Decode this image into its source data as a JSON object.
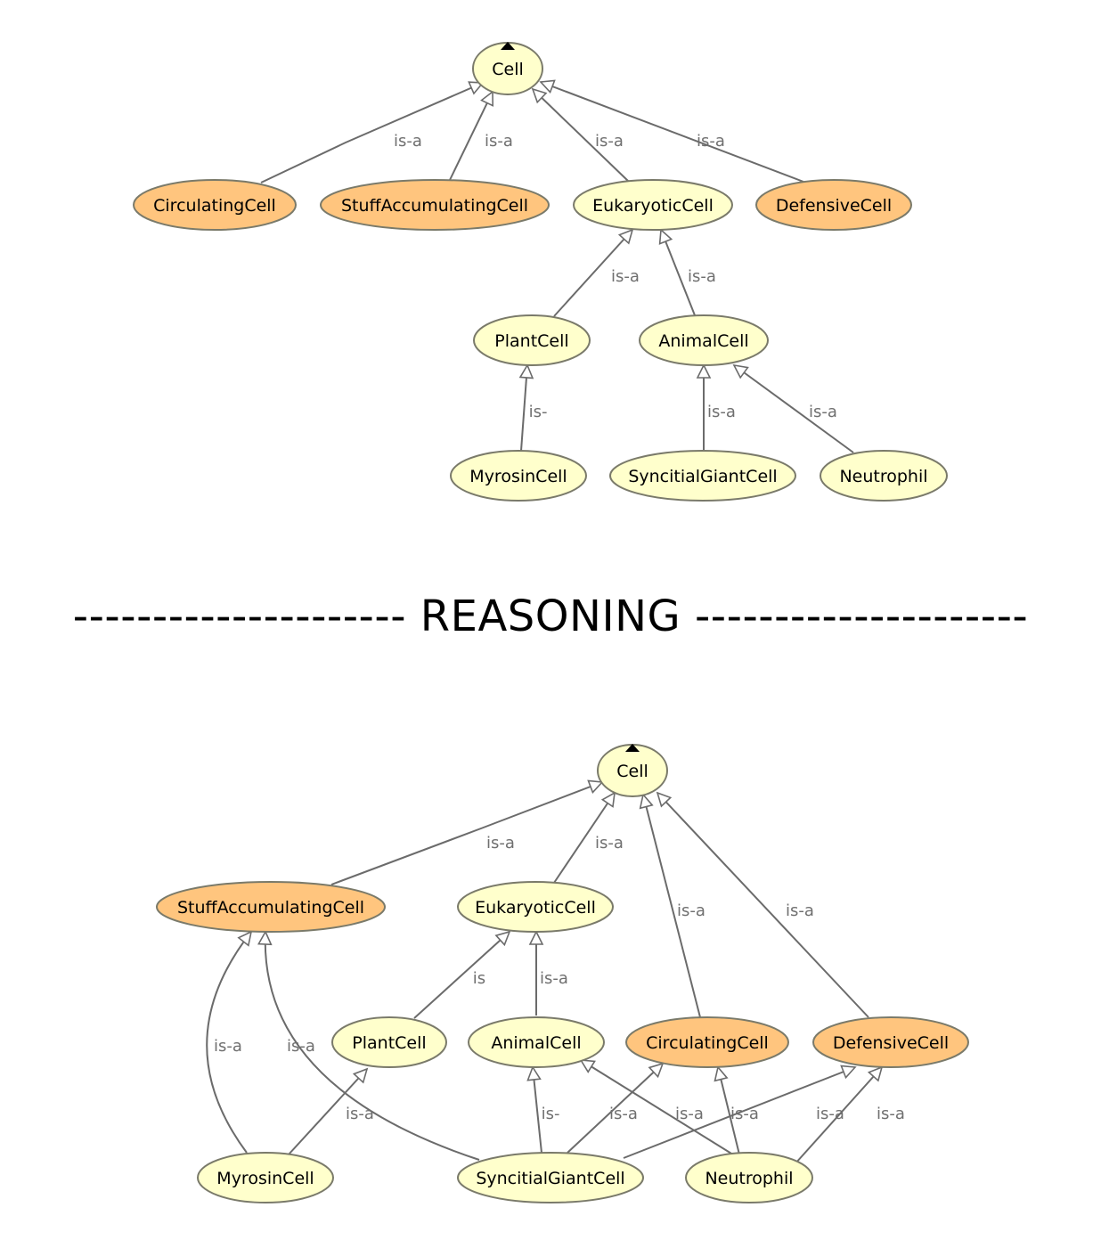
{
  "separator": {
    "label": "REASONING",
    "dashes": "---------------------"
  },
  "colors": {
    "primitive_fill": "#ffffcc",
    "defined_fill": "#ffc57e",
    "edge": "#6b6b6b"
  },
  "graphs": [
    {
      "id": "before",
      "nodes": [
        {
          "id": "Cell",
          "label": "Cell",
          "kind": "primitive",
          "root": true
        },
        {
          "id": "CirculatingCell",
          "label": "CirculatingCell",
          "kind": "defined"
        },
        {
          "id": "StuffAccumulatingCell",
          "label": "StuffAccumulatingCell",
          "kind": "defined"
        },
        {
          "id": "EukaryoticCell",
          "label": "EukaryoticCell",
          "kind": "primitive"
        },
        {
          "id": "DefensiveCell",
          "label": "DefensiveCell",
          "kind": "defined"
        },
        {
          "id": "PlantCell",
          "label": "PlantCell",
          "kind": "primitive"
        },
        {
          "id": "AnimalCell",
          "label": "AnimalCell",
          "kind": "primitive"
        },
        {
          "id": "MyrosinCell",
          "label": "MyrosinCell",
          "kind": "primitive"
        },
        {
          "id": "SyncitialGiantCell",
          "label": "SyncitialGiantCell",
          "kind": "primitive"
        },
        {
          "id": "Neutrophil",
          "label": "Neutrophil",
          "kind": "primitive"
        }
      ],
      "edges": [
        {
          "from": "CirculatingCell",
          "to": "Cell",
          "label": "is-a"
        },
        {
          "from": "StuffAccumulatingCell",
          "to": "Cell",
          "label": "is-a"
        },
        {
          "from": "EukaryoticCell",
          "to": "Cell",
          "label": "is-a"
        },
        {
          "from": "DefensiveCell",
          "to": "Cell",
          "label": "is-a"
        },
        {
          "from": "PlantCell",
          "to": "EukaryoticCell",
          "label": "is-a"
        },
        {
          "from": "AnimalCell",
          "to": "EukaryoticCell",
          "label": "is-a"
        },
        {
          "from": "MyrosinCell",
          "to": "PlantCell",
          "label": "is-"
        },
        {
          "from": "SyncitialGiantCell",
          "to": "AnimalCell",
          "label": "is-a"
        },
        {
          "from": "Neutrophil",
          "to": "AnimalCell",
          "label": "is-a"
        }
      ]
    },
    {
      "id": "after",
      "nodes": [
        {
          "id": "Cell",
          "label": "Cell",
          "kind": "primitive",
          "root": true
        },
        {
          "id": "StuffAccumulatingCell",
          "label": "StuffAccumulatingCell",
          "kind": "defined"
        },
        {
          "id": "EukaryoticCell",
          "label": "EukaryoticCell",
          "kind": "primitive"
        },
        {
          "id": "PlantCell",
          "label": "PlantCell",
          "kind": "primitive"
        },
        {
          "id": "AnimalCell",
          "label": "AnimalCell",
          "kind": "primitive"
        },
        {
          "id": "CirculatingCell",
          "label": "CirculatingCell",
          "kind": "defined"
        },
        {
          "id": "DefensiveCell",
          "label": "DefensiveCell",
          "kind": "defined"
        },
        {
          "id": "MyrosinCell",
          "label": "MyrosinCell",
          "kind": "primitive"
        },
        {
          "id": "SyncitialGiantCell",
          "label": "SyncitialGiantCell",
          "kind": "primitive"
        },
        {
          "id": "Neutrophil",
          "label": "Neutrophil",
          "kind": "primitive"
        }
      ],
      "edges": [
        {
          "from": "StuffAccumulatingCell",
          "to": "Cell",
          "label": "is-a"
        },
        {
          "from": "EukaryoticCell",
          "to": "Cell",
          "label": "is-a"
        },
        {
          "from": "CirculatingCell",
          "to": "Cell",
          "label": "is-a"
        },
        {
          "from": "DefensiveCell",
          "to": "Cell",
          "label": "is-a"
        },
        {
          "from": "PlantCell",
          "to": "EukaryoticCell",
          "label": "is"
        },
        {
          "from": "AnimalCell",
          "to": "EukaryoticCell",
          "label": "is-a"
        },
        {
          "from": "MyrosinCell",
          "to": "StuffAccumulatingCell",
          "label": "is-a"
        },
        {
          "from": "SyncitialGiantCell",
          "to": "StuffAccumulatingCell",
          "label": "is-a"
        },
        {
          "from": "MyrosinCell",
          "to": "PlantCell",
          "label": "is-a"
        },
        {
          "from": "SyncitialGiantCell",
          "to": "AnimalCell",
          "label": "is-"
        },
        {
          "from": "SyncitialGiantCell",
          "to": "CirculatingCell",
          "label": "is-a"
        },
        {
          "from": "Neutrophil",
          "to": "AnimalCell",
          "label": "is-a"
        },
        {
          "from": "Neutrophil",
          "to": "CirculatingCell",
          "label": "is-a"
        },
        {
          "from": "SyncitialGiantCell",
          "to": "DefensiveCell",
          "label": "is-a"
        },
        {
          "from": "Neutrophil",
          "to": "DefensiveCell",
          "label": "is-a"
        }
      ]
    }
  ]
}
